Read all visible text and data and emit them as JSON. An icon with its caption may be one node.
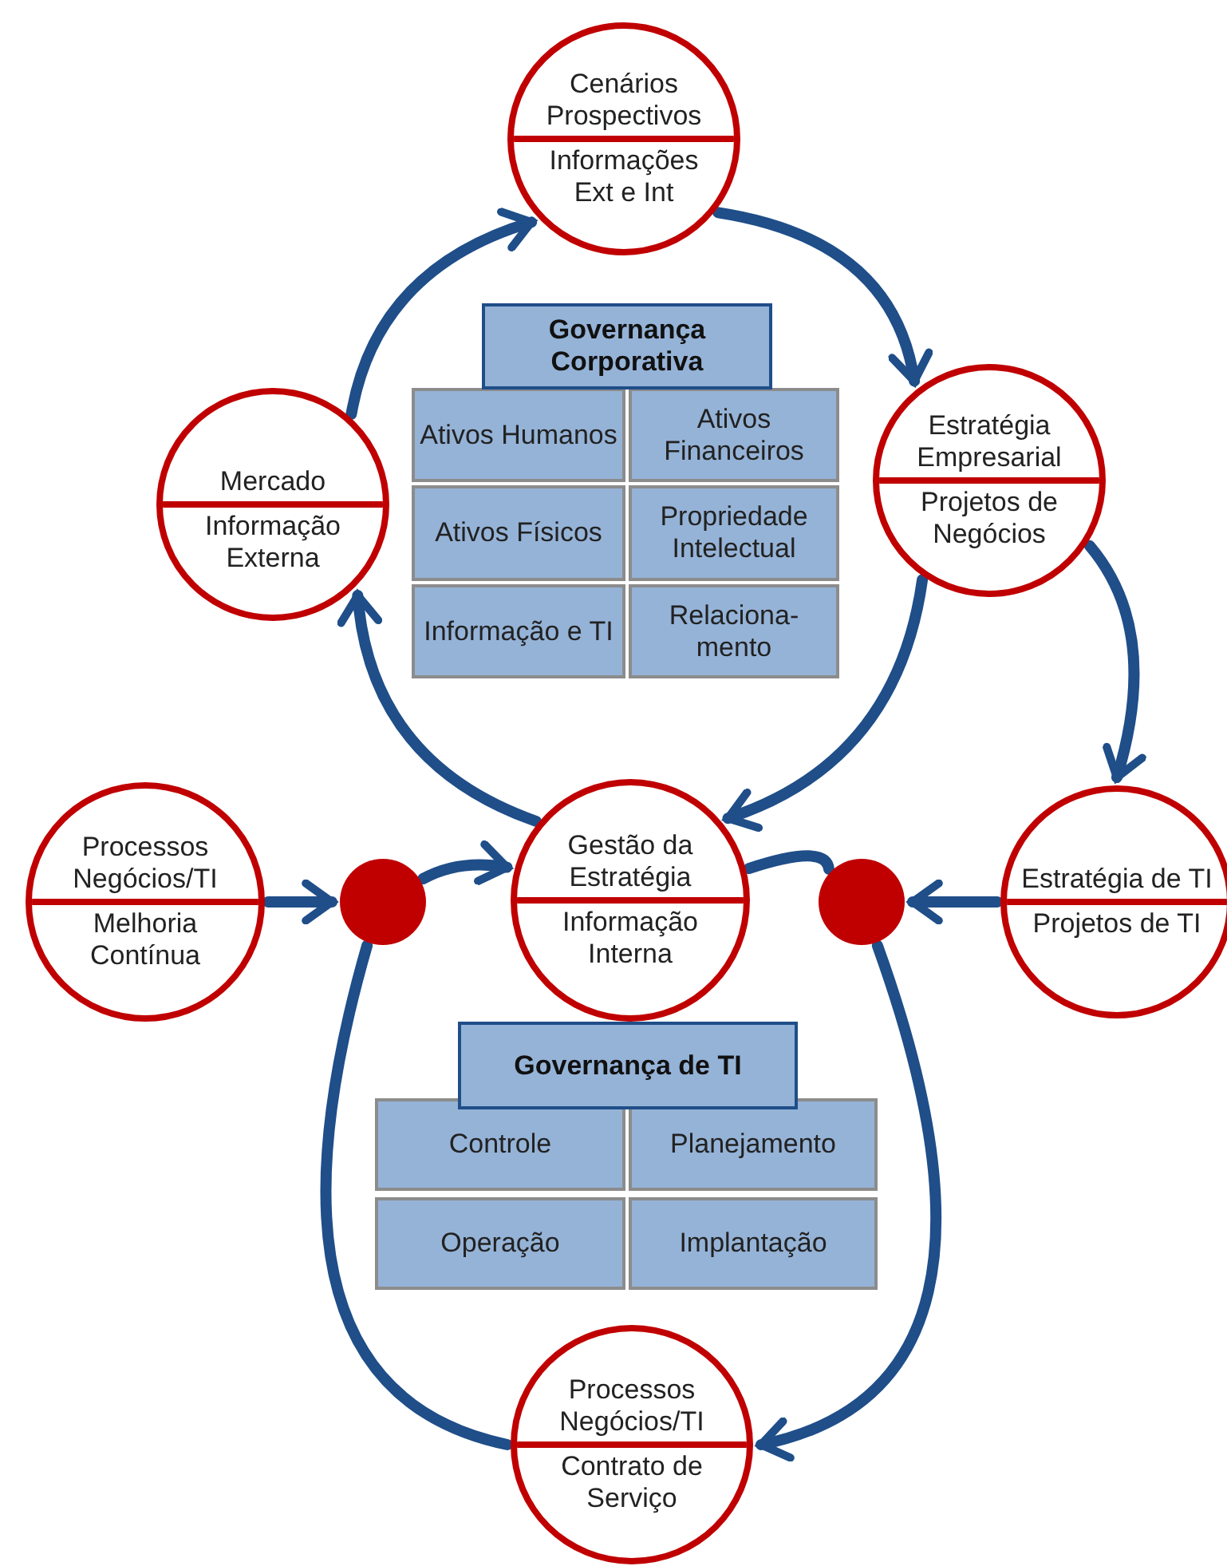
{
  "diagram": {
    "nodes": [
      {
        "text": [
          "Cenários Prospectivos",
          "Informações Ext e Int"
        ]
      },
      {
        "text": [
          "Mercado",
          "Informação Externa"
        ]
      },
      {
        "text": [
          "Estratégia Empresarial",
          "Projetos de Negócios"
        ]
      },
      {
        "text": [
          "Governança Corporativa"
        ]
      },
      {
        "text": [
          "Ativos Humanos"
        ]
      },
      {
        "text": [
          "Ativos Financeiros"
        ]
      },
      {
        "text": [
          "Ativos Físicos"
        ]
      },
      {
        "text": [
          "Propriedade Intelectual"
        ]
      },
      {
        "text": [
          "Informação e TI"
        ]
      },
      {
        "text": [
          "Relaciona- mento"
        ]
      },
      {
        "text": [
          "Processos Negócios/TI",
          "Melhoria Contínua"
        ]
      },
      {
        "text": [],
        "shape": "circle"
      },
      {
        "text": [
          "Gestão da Estratégia",
          "Informação Interna"
        ]
      },
      {
        "text": [],
        "shape": "circle"
      },
      {
        "text": [
          "Estratégia de TI",
          "Projetos de TI"
        ]
      },
      {
        "text": [
          "Governança de TI"
        ]
      },
      {
        "text": [
          "Controle"
        ]
      },
      {
        "text": [
          "Planejamento"
        ]
      },
      {
        "text": [
          "Operação"
        ]
      },
      {
        "text": [
          "Implantação"
        ]
      },
      {
        "text": [
          "Processos Negócios/TI",
          "Contrato de Serviço"
        ]
      }
    ],
    "edges": [
      {
        "from": 1,
        "to": 0,
        "arrow": "to"
      },
      {
        "from": 0,
        "to": 2,
        "arrow": "to"
      },
      {
        "from": 2,
        "to": 12,
        "arrow": "to"
      },
      {
        "from": 12,
        "to": 1,
        "arrow": "to"
      },
      {
        "from": 2,
        "to": 14,
        "arrow": "to"
      },
      {
        "from": 14,
        "to": 13,
        "arrow": "to"
      },
      {
        "from": 10,
        "to": 11,
        "arrow": "to"
      },
      {
        "from": 11,
        "to": 12,
        "arrow": "to"
      },
      {
        "from": 12,
        "to": 13,
        "arrow": "none"
      },
      {
        "from": 13,
        "to": 20,
        "arrow": "to"
      },
      {
        "from": 20,
        "to": 11,
        "arrow": "none"
      }
    ]
  }
}
